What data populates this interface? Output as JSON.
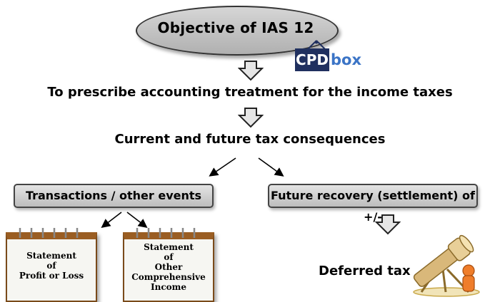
{
  "objective": {
    "text": "Objective of IAS 12"
  },
  "logo": {
    "cpd": "CPD",
    "box": "box"
  },
  "line1": "To prescribe accounting treatment for the income taxes",
  "line2": "Current and future tax consequences",
  "left_box": "Transactions / other events",
  "right_box": "Future recovery (settlement) of +/-",
  "note1": {
    "line1": "Statement",
    "line2": "of",
    "line3": "Profit or Loss"
  },
  "note2": {
    "line1": "Statement",
    "line2": "of",
    "line3": "Other",
    "line4": "Comprehensive",
    "line5": "Income"
  },
  "deferred": "Deferred tax",
  "colors": {
    "box_fill": "#c8c8c8",
    "logo_navy": "#20305f",
    "logo_blue": "#3b74c6",
    "notebook_brown": "#9a5d22"
  },
  "icons": [
    "down-block-arrow-icon",
    "diagonal-arrow-icon",
    "spiral-notebook-icon",
    "telescope-icon"
  ]
}
